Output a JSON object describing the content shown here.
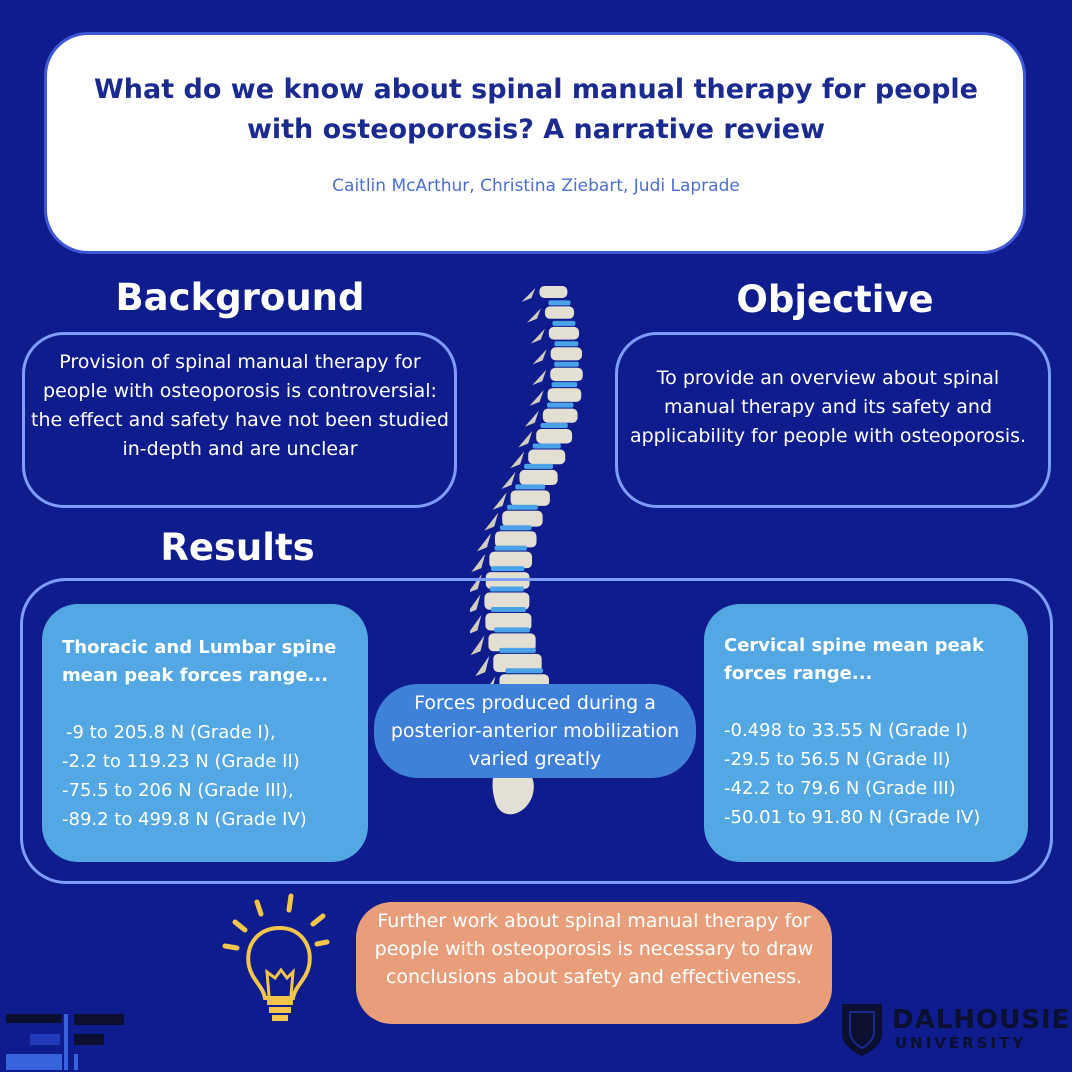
{
  "header": {
    "title": "What do we know about spinal manual therapy for people with osteoporosis? A narrative review",
    "authors": "Caitlin McArthur, Christina Ziebart, Judi Laprade"
  },
  "background": {
    "heading": "Background",
    "text": "Provision of spinal manual therapy for people with osteoporosis is controversial: the effect and safety have not been studied in-depth and are unclear"
  },
  "objective": {
    "heading": "Objective",
    "text": "To provide an overview about spinal manual therapy and its safety and applicability for people with osteoporosis."
  },
  "results": {
    "heading": "Results",
    "thoracic_lumbar": {
      "title": "Thoracic and Lumbar spine mean peak forces range...",
      "lines": [
        "-9 to 205.8 N (Grade I),",
        "-2.2 to 119.23 N (Grade II)",
        "-75.5 to 206 N (Grade III),",
        "-89.2 to 499.8 N (Grade IV)"
      ]
    },
    "center_note": "Forces produced during a posterior-anterior mobilization varied greatly",
    "cervical": {
      "title": "Cervical spine mean peak forces range...",
      "lines": [
        "-0.498 to 33.55 N (Grade I)",
        "-29.5 to 56.5 N (Grade II)",
        "-42.2 to 79.6 N (Grade III)",
        "-50.01 to 91.80 N (Grade IV)"
      ]
    }
  },
  "conclusion": "Further work about spinal manual therapy for people with osteoporosis is necessary to draw conclusions about safety and effectiveness.",
  "logos": {
    "dalhousie_name": "DALHOUSIE",
    "dalhousie_sub": "UNIVERSITY"
  },
  "colors": {
    "background": "#0f1c8e",
    "card": "#53a7e3",
    "conclusion": "#e89e7a",
    "outline": "#7f9cff",
    "title_text": "#1a2a8f"
  },
  "icons": [
    "spine-illustration",
    "lightbulb-icon",
    "left-logo",
    "dalhousie-shield-icon"
  ]
}
